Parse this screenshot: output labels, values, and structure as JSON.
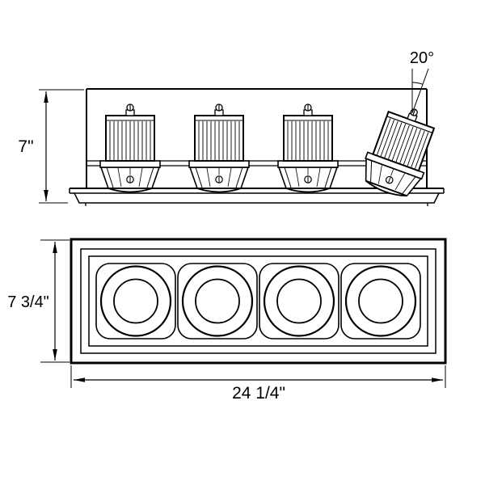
{
  "diagram": {
    "background_color": "#ffffff",
    "line_color": "#000000",
    "annotations": {
      "tilt_angle": "20°",
      "side_view_height": "7\"",
      "front_view_height": "7 3/4\"",
      "front_view_width": "24 1/4\""
    }
  }
}
